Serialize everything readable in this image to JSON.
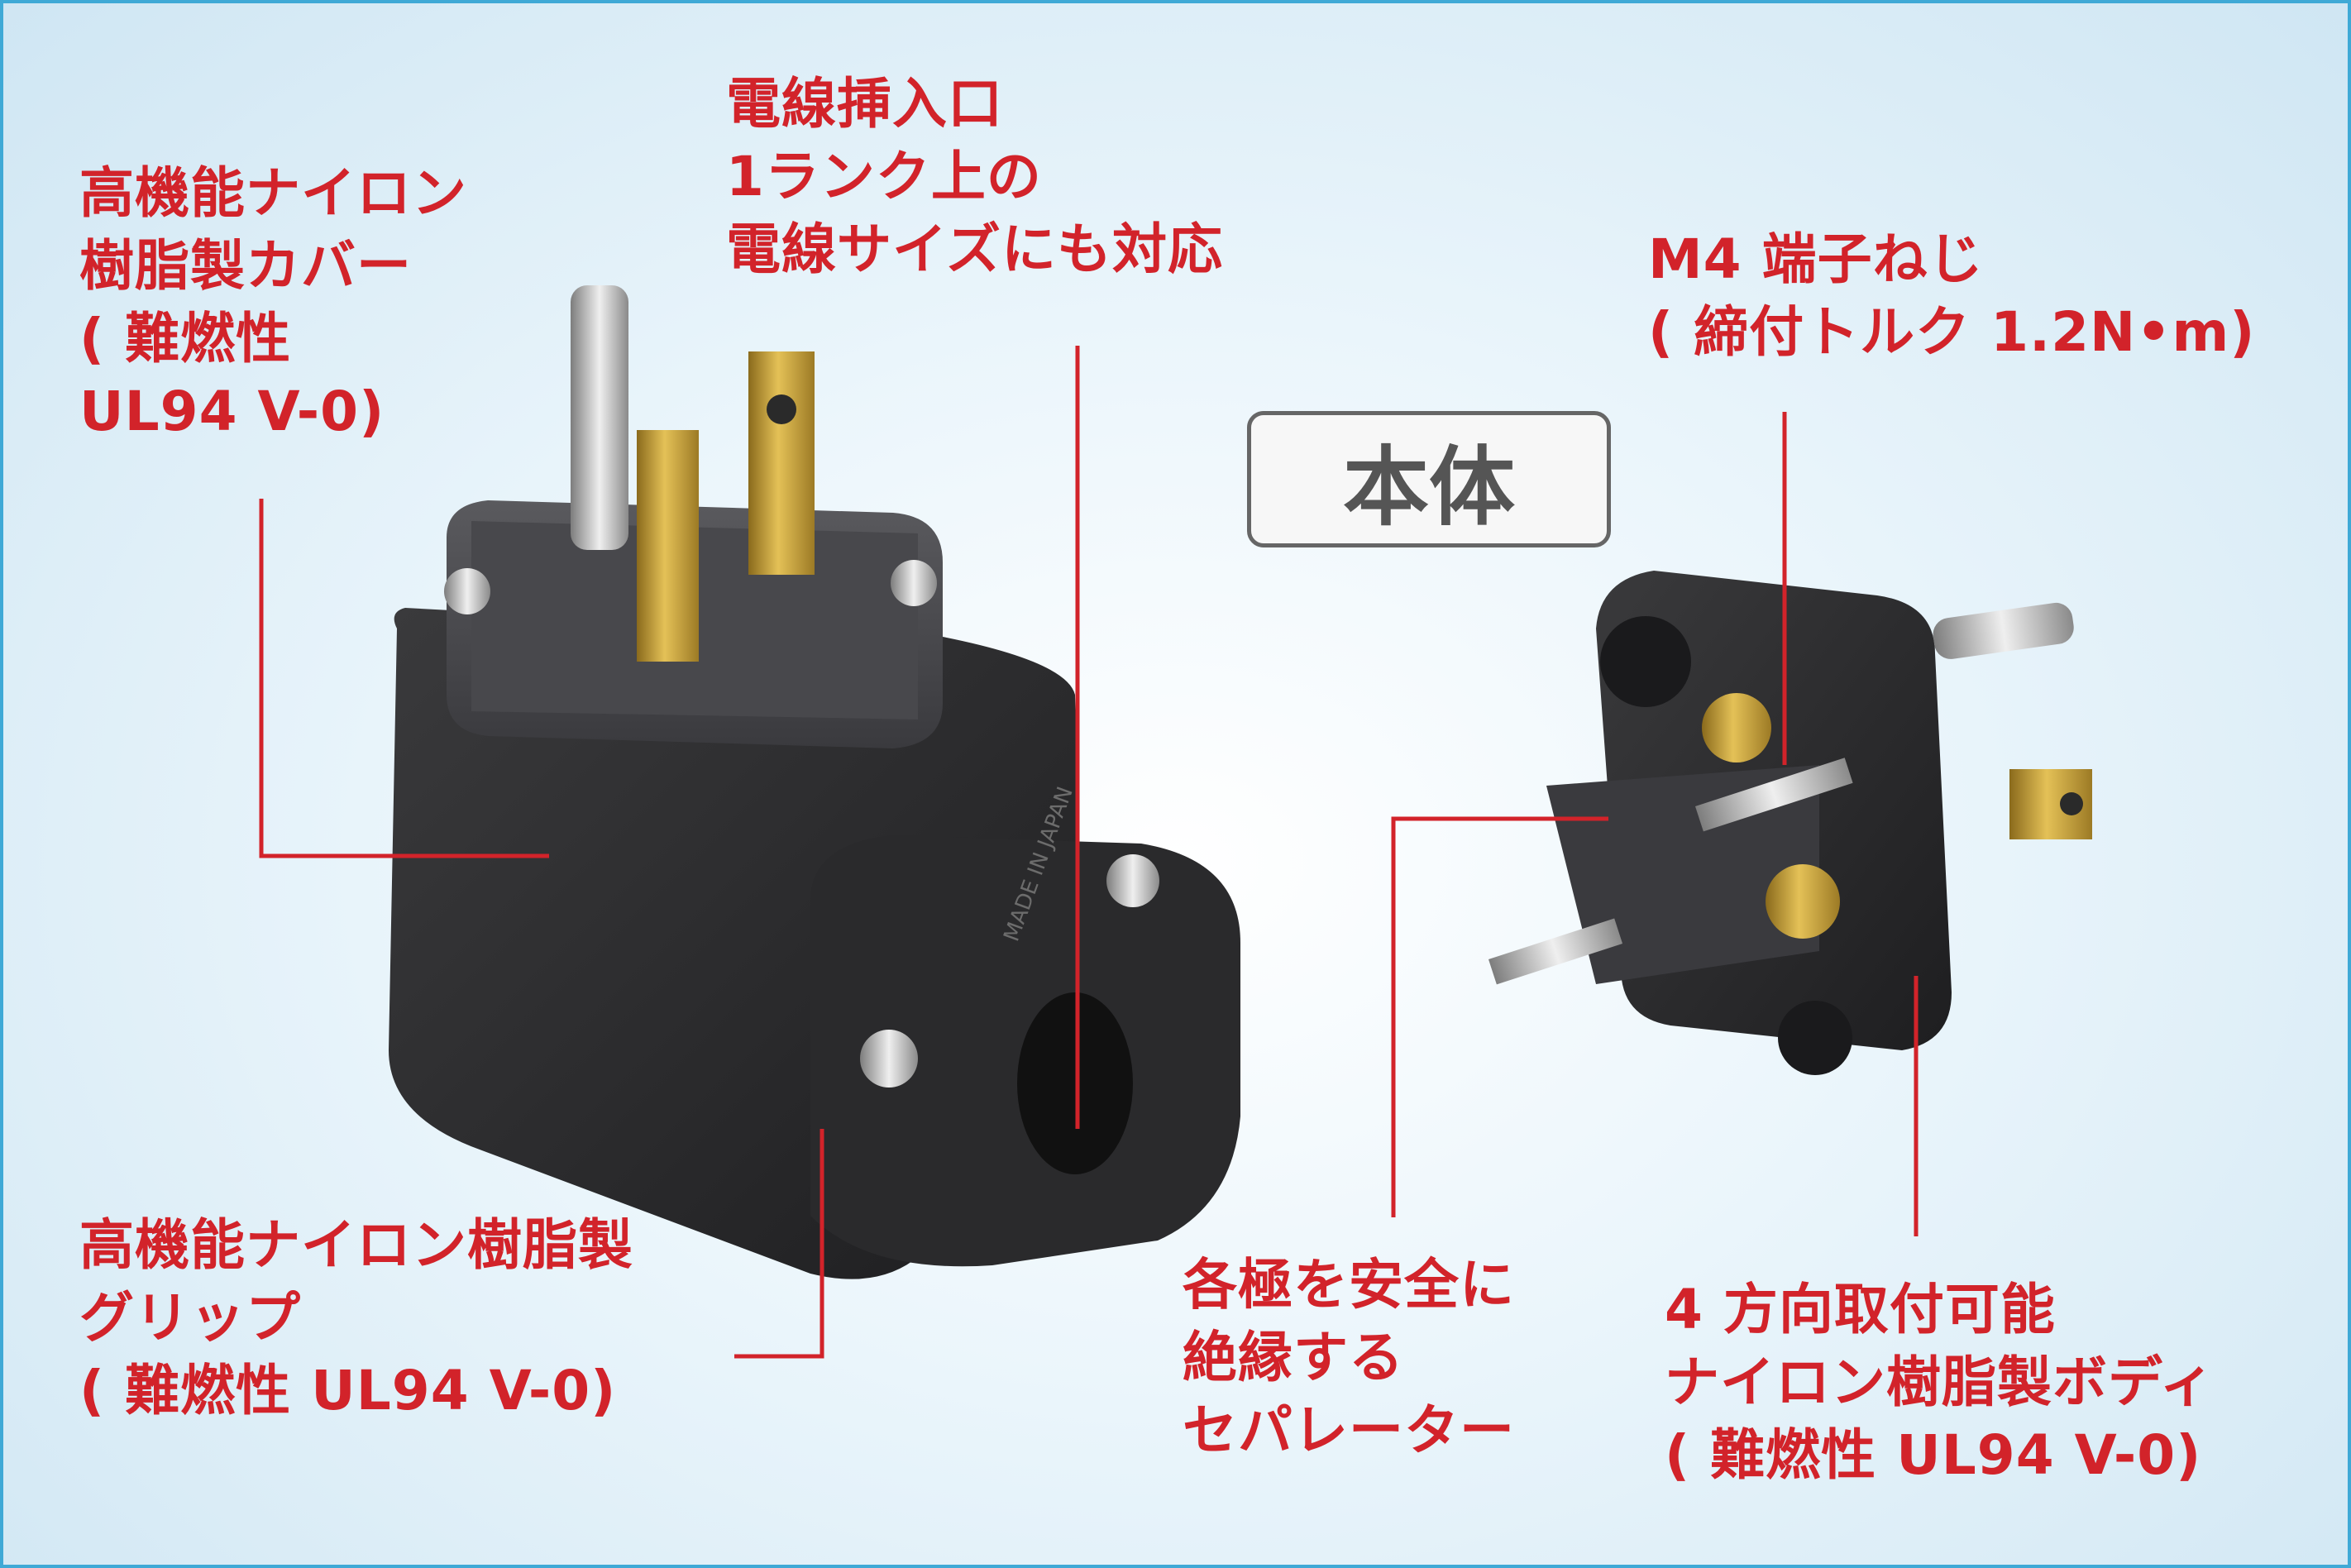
{
  "labels": {
    "cover": [
      "高機能ナイロン",
      "樹脂製カバー",
      "( 難燃性",
      "UL94 V-0)"
    ],
    "wire_inlet": [
      "電線挿入口",
      "1ランク上の",
      "電線サイズにも対応"
    ],
    "screw": [
      "M4 端子ねじ",
      "( 締付トルク 1.2N•m)"
    ],
    "grip": [
      "高機能ナイロン樹脂製",
      "グリップ",
      "( 難燃性 UL94 V-0)"
    ],
    "separator": [
      "各極を安全に",
      "絶縁する",
      "セパレーター"
    ],
    "body": [
      "4 方向取付可能",
      "ナイロン樹脂製ボディ",
      "( 難燃性 UL94 V-0)"
    ]
  },
  "badge": "本体",
  "product_marking": "MADE IN JAPAN",
  "colors": {
    "label_red": "#d2232a",
    "leader_red": "#d2232a",
    "badge_border": "#666666",
    "frame_blue": "#3fa9d6",
    "plastic_black": "#2b2b2d"
  }
}
